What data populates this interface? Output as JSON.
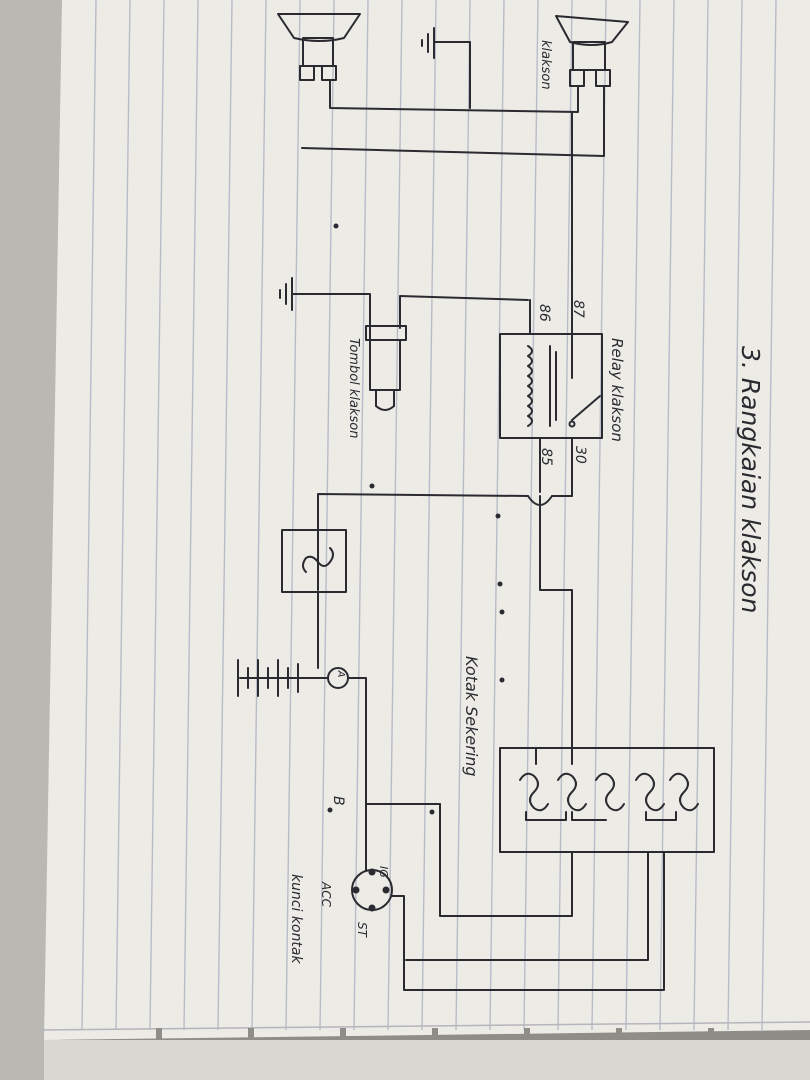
{
  "diagram": {
    "title": "3. Rangkaian klakson",
    "labels": {
      "horn": "klakson",
      "relay": "Relay klakson",
      "relay_pin_87": "87",
      "relay_pin_86": "86",
      "relay_pin_85": "85",
      "relay_pin_30": "30",
      "horn_button": "Tombol klakson",
      "fuse_box": "Kotak Sekering",
      "ignition_key": "kunci kontak",
      "key_pin_ig": "IG",
      "key_pin_acc": "ACC",
      "key_pin_st": "ST",
      "battery_terminal": "B",
      "ammeter": "A"
    }
  },
  "colors": {
    "paper": "#ecebe6",
    "ink": "#2a2a30",
    "rule": "#b8bcc8",
    "margin": "#c0c0c6"
  }
}
